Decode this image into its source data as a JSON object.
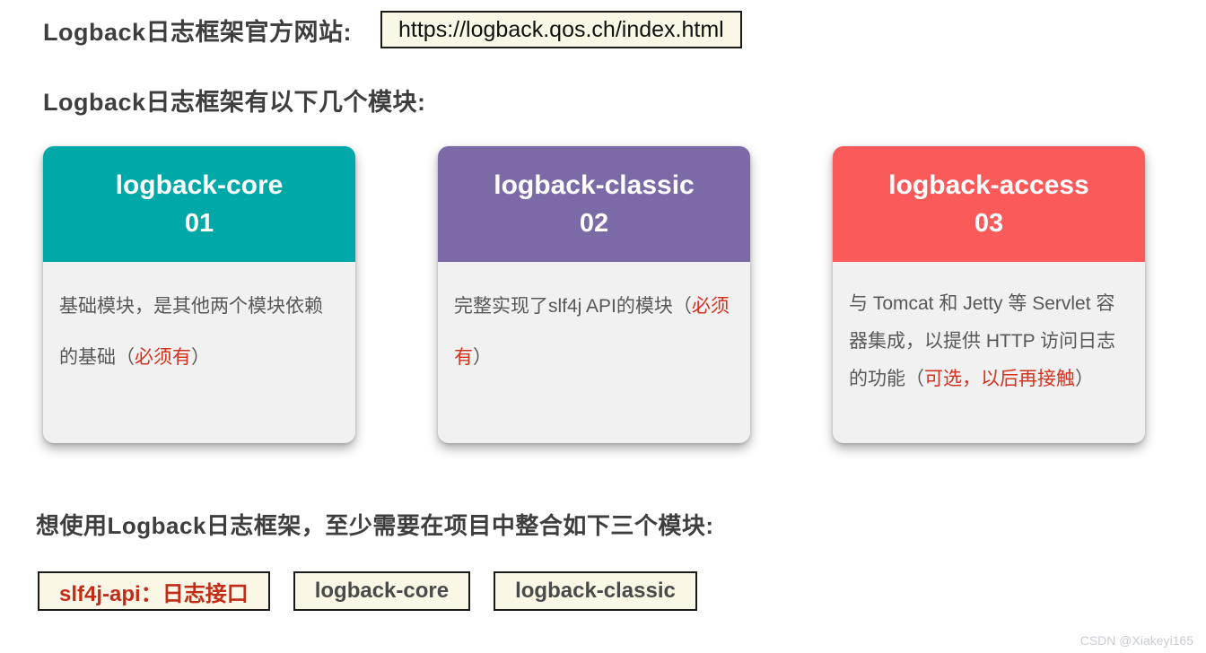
{
  "page": {
    "watermark": "CSDN @Xiakeyi165"
  },
  "official_site": {
    "label": "Logback日志框架官方网站:",
    "url": "https://logback.qos.ch/index.html"
  },
  "modules_section": {
    "heading": "Logback日志框架有以下几个模块:",
    "cards": [
      {
        "title": "logback-core",
        "number": "01",
        "header_color": "#00A8A8",
        "desc_pre": "基础模块，是其他两个模块依赖的基础（",
        "desc_red": "必须有",
        "desc_post": "）"
      },
      {
        "title": "logback-classic",
        "number": "02",
        "header_color": "#7C6AA6",
        "desc_pre": "完整实现了slf4j API的模块（",
        "desc_red": "必须有",
        "desc_post": "）"
      },
      {
        "title": "logback-access",
        "number": "03",
        "header_color": "#FA5A5A",
        "desc_pre": "与 Tomcat 和 Jetty 等 Servlet 容器集成，以提供 HTTP 访问日志的功能（",
        "desc_red": "可选，以后再接触",
        "desc_post": "）"
      }
    ]
  },
  "integration_section": {
    "heading": "想使用Logback日志框架，至少需要在项目中整合如下三个模块:",
    "boxes": [
      {
        "label": "slf4j-api：日志接口",
        "emphasis": "red"
      },
      {
        "label": "logback-core",
        "emphasis": "normal"
      },
      {
        "label": "logback-classic",
        "emphasis": "normal"
      }
    ]
  },
  "colors": {
    "card_core_header": "#00A8A8",
    "card_classic_header": "#7C6AA6",
    "card_access_header": "#FA5A5A",
    "card_body_background": "#F1F1F1",
    "card_body_text": "#585858",
    "card_red_text": "#D2321E",
    "box_background": "#FAF7E6",
    "box_border": "#1A1A1A",
    "box_red_text": "#C22D18",
    "heading_text": "#3E3E3E",
    "watermark_text": "#C9CBD3"
  }
}
